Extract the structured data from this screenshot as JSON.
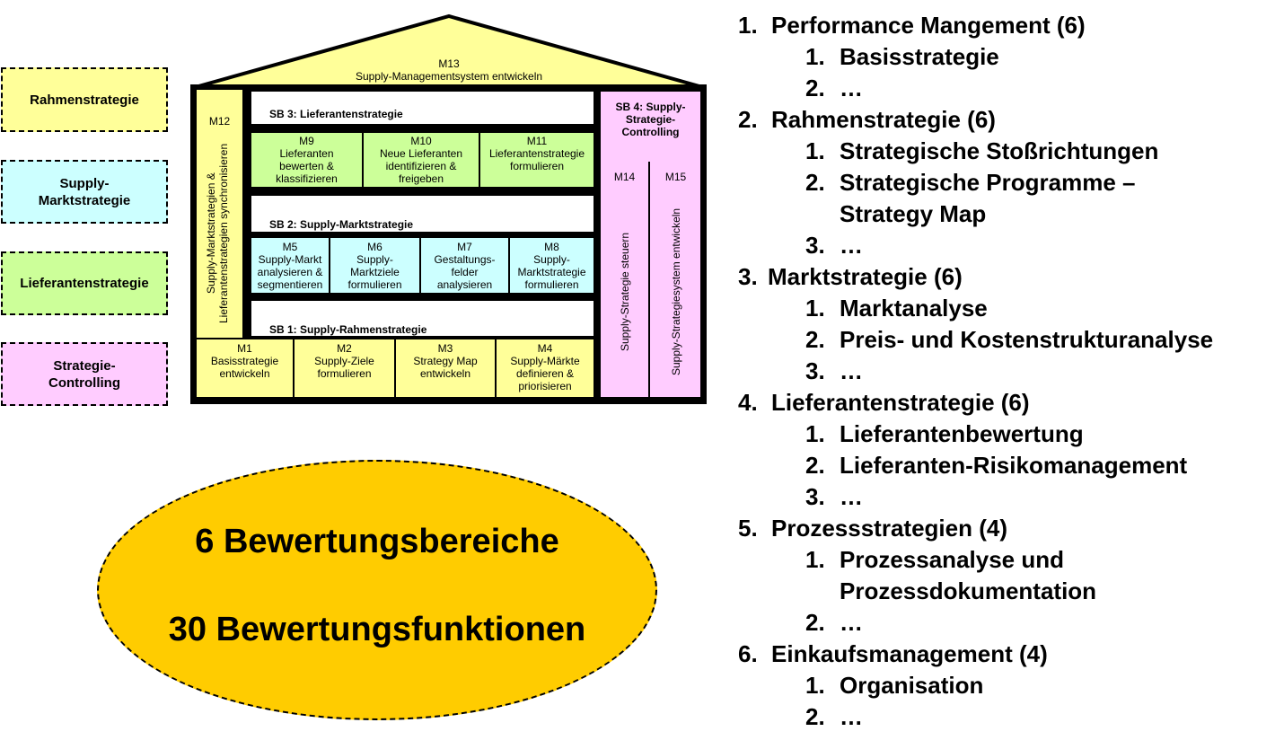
{
  "legend": {
    "items": [
      {
        "label": "Rahmenstrategie",
        "color": "#ffff99"
      },
      {
        "label": "Supply-\nMarktstrategie",
        "color": "#ccffff"
      },
      {
        "label": "Lieferantenstrategie",
        "color": "#ccff99"
      },
      {
        "label": "Strategie-\nControlling",
        "color": "#ffccff"
      }
    ]
  },
  "house": {
    "roof": {
      "code": "M13",
      "text": "Supply-Managementsystem entwickeln"
    },
    "m12": {
      "code": "M12",
      "text": "Supply-Marktstrategien & Lieferantenstrategien synchronisieren"
    },
    "sb3": {
      "title": "SB 3: Lieferantenstrategie",
      "modules": [
        {
          "code": "M9",
          "text": "Lieferanten bewerten & klassifizieren"
        },
        {
          "code": "M10",
          "text": "Neue Lieferanten identifizieren & freigeben"
        },
        {
          "code": "M11",
          "text": "Lieferantenstrategie formulieren"
        }
      ]
    },
    "sb2": {
      "title": "SB 2: Supply-Marktstrategie",
      "modules": [
        {
          "code": "M5",
          "text": "Supply-Markt analysieren & segmentieren"
        },
        {
          "code": "M6",
          "text": "Supply-Marktziele formulieren"
        },
        {
          "code": "M7",
          "text": "Gestaltungs-felder analysieren"
        },
        {
          "code": "M8",
          "text": "Supply-Marktstrategie formulieren"
        }
      ]
    },
    "sb1": {
      "title": "SB 1: Supply-Rahmenstrategie",
      "modules": [
        {
          "code": "M1",
          "text": "Basisstrategie entwickeln"
        },
        {
          "code": "M2",
          "text": "Supply-Ziele formulieren"
        },
        {
          "code": "M3",
          "text": "Strategy Map entwickeln"
        },
        {
          "code": "M4",
          "text": "Supply-Märkte definieren & priorisieren"
        }
      ]
    },
    "sb4": {
      "title": "SB 4: Supply-Strategie-Controlling",
      "m14": {
        "code": "M14",
        "text": "Supply-Strategie steuern"
      },
      "m15": {
        "code": "M15",
        "text": "Supply-Strategiesystem entwickeln"
      }
    }
  },
  "ellipse": {
    "line1": "6 Bewertungsbereiche",
    "line2": "30 Bewertungsfunktionen",
    "color": "#ffcc00"
  },
  "list": [
    {
      "num": "1.",
      "text": "Performance Mangement (6)",
      "sub": [
        {
          "num": "1.",
          "text": "Basisstrategie"
        },
        {
          "num": "2.",
          "text": "…"
        }
      ]
    },
    {
      "num": "2.",
      "text": "Rahmenstrategie (6)",
      "sub": [
        {
          "num": "1.",
          "text": "Strategische Stoßrichtungen"
        },
        {
          "num": "2.",
          "text": "Strategische Programme –\nStrategy Map"
        },
        {
          "num": "3.",
          "text": "…"
        }
      ]
    },
    {
      "num": "3.",
      "text": "Marktstrategie (6)",
      "sub": [
        {
          "num": "1.",
          "text": "Marktanalyse"
        },
        {
          "num": "2.",
          "text": "Preis- und Kostenstrukturanalyse"
        },
        {
          "num": "3.",
          "text": "…"
        }
      ]
    },
    {
      "num": "4.",
      "text": "Lieferantenstrategie (6)",
      "sub": [
        {
          "num": "1.",
          "text": "Lieferantenbewertung"
        },
        {
          "num": "2.",
          "text": "Lieferanten-Risikomanagement"
        },
        {
          "num": "3.",
          "text": "…"
        }
      ]
    },
    {
      "num": "5.",
      "text": "Prozessstrategien (4)",
      "sub": [
        {
          "num": "1.",
          "text": "Prozessanalyse und\nProzessdokumentation"
        },
        {
          "num": "2.",
          "text": "…"
        }
      ]
    },
    {
      "num": "6.",
      "text": "Einkaufsmanagement (4)",
      "sub": [
        {
          "num": "1.",
          "text": "Organisation"
        },
        {
          "num": "2.",
          "text": "…"
        }
      ]
    }
  ]
}
